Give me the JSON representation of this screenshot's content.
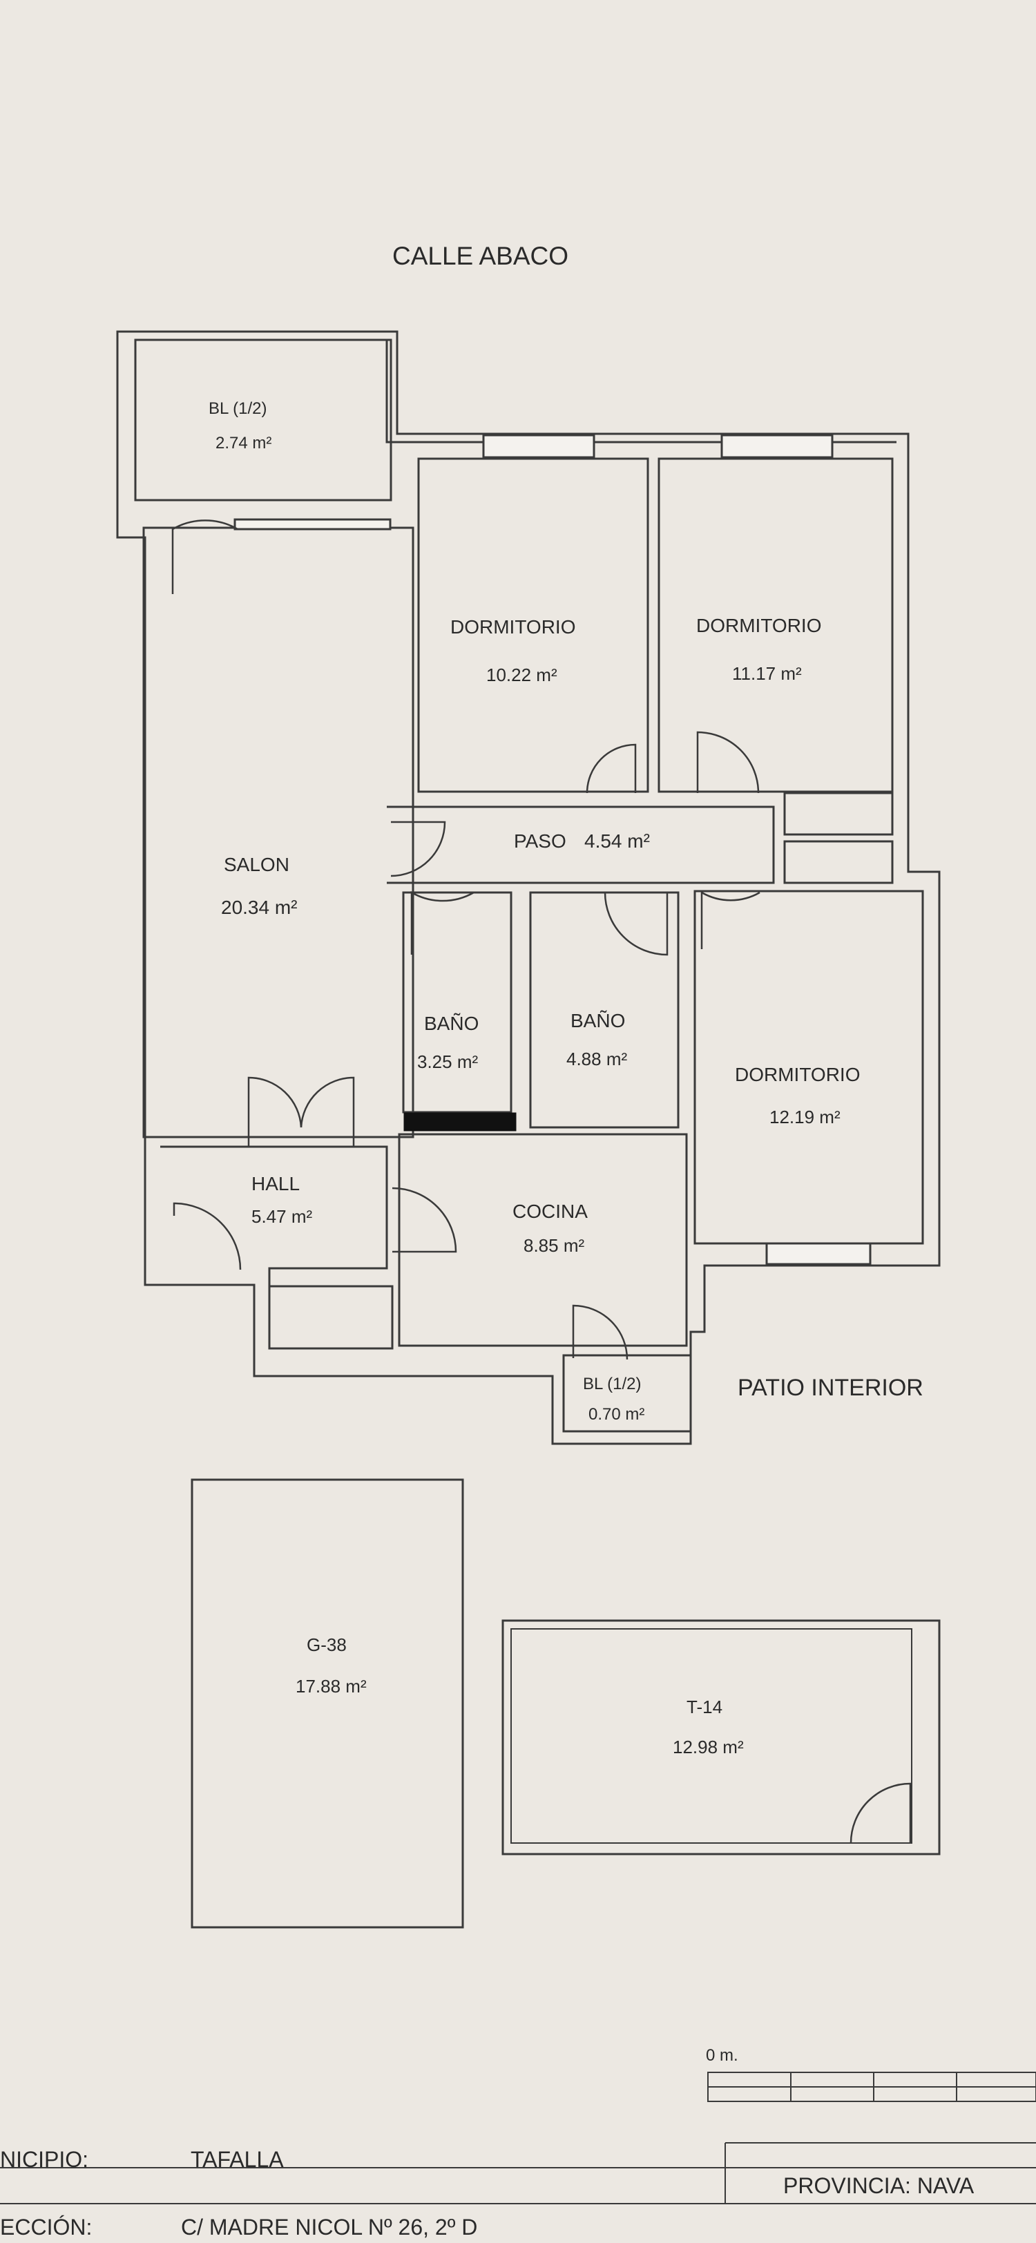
{
  "street": "CALLE ABACO",
  "patio": "PATIO INTERIOR",
  "rooms": {
    "bl_top": {
      "name": "BL (1/2)",
      "area": "2.74 m²"
    },
    "dorm1": {
      "name": "DORMITORIO",
      "area": "10.22 m²"
    },
    "dorm2": {
      "name": "DORMITORIO",
      "area": "11.17 m²"
    },
    "salon": {
      "name": "SALON",
      "area": "20.34 m²"
    },
    "paso": {
      "name": "PASO",
      "area": "4.54 m²"
    },
    "bano1": {
      "name": "BAÑO",
      "area": "3.25 m²"
    },
    "bano2": {
      "name": "BAÑO",
      "area": "4.88 m²"
    },
    "dorm3": {
      "name": "DORMITORIO",
      "area": "12.19 m²"
    },
    "hall": {
      "name": "HALL",
      "area": "5.47 m²"
    },
    "cocina": {
      "name": "COCINA",
      "area": "8.85 m²"
    },
    "bl_bottom": {
      "name": "BL (1/2)",
      "area": "0.70 m²"
    },
    "garage": {
      "name": "G-38",
      "area": "17.88 m²"
    },
    "trastero": {
      "name": "T-14",
      "area": "12.98 m²"
    }
  },
  "scale": {
    "label": "0 m."
  },
  "info": {
    "municipio_label": "NICIPIO:",
    "municipio_value": "TAFALLA",
    "provincia_label": "PROVINCIA: NAVA",
    "direccion_label": "ECCIÓN:",
    "direccion_value": "C/ MADRE NICOL Nº 26, 2º D"
  }
}
